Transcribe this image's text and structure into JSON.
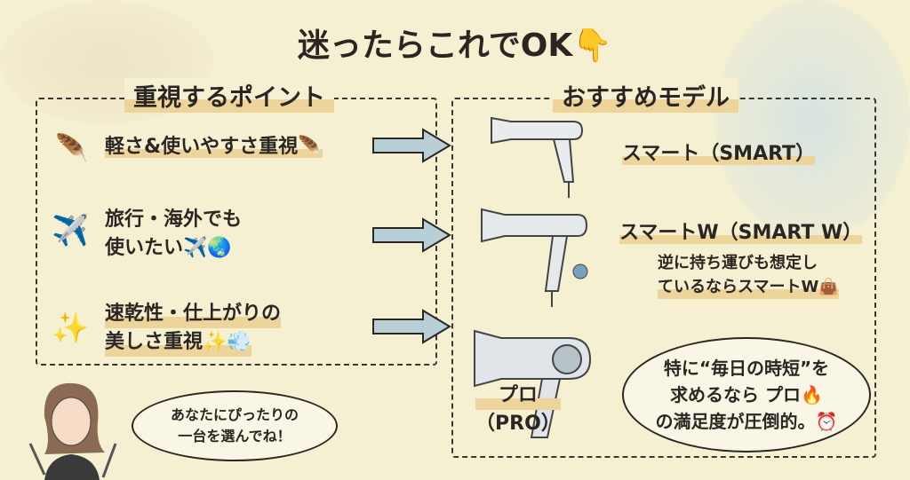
{
  "title": "迷ったらこれでOK👇",
  "left_header": "重視するポイント",
  "right_header": "おすすめモデル",
  "points": [
    {
      "icon": "feather",
      "line1": "軽さ&使いやすさ重視🪶",
      "line2": ""
    },
    {
      "icon": "airplane",
      "line1": "旅行・海外でも",
      "line2": "使いたい✈️🌏"
    },
    {
      "icon": "sparkles",
      "line1": "速乾性・仕上がりの",
      "line2": "美しさ重視✨💨"
    }
  ],
  "models": [
    {
      "name": "スマート（SMART）"
    },
    {
      "name": "スマートW（SMART W）",
      "note1": "逆に持ち運びも想定し",
      "note2": "ているならスマートW👜"
    },
    {
      "name_line1": "プロ",
      "name_line2": "（PRO）",
      "bubble1": "特に“毎日の時短”を",
      "bubble2": "求めるなら プロ🔥",
      "bubble3": "の満足度が圧倒的。⏰"
    }
  ],
  "stylist_bubble": {
    "line1": "あなたにぴったりの",
    "line2": "一台を選んでね！"
  },
  "colors": {
    "background": "#f6f0d2",
    "highlight": "#ecd49a",
    "arrow": "#b9cfd8",
    "ink": "#2a2622"
  }
}
